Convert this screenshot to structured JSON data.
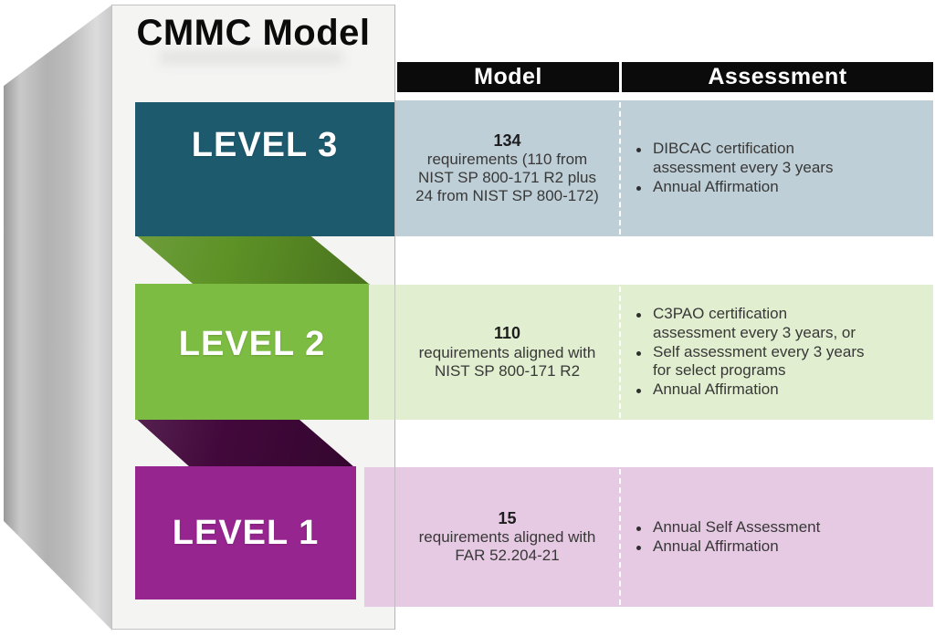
{
  "title": "CMMC Model",
  "columns": {
    "model": "Model",
    "assessment": "Assessment"
  },
  "colors": {
    "header_bg": "#0b0b0b",
    "panel_bg": "#f4f4f3",
    "body_text": "#383838"
  },
  "levels": [
    {
      "name": "LEVEL 3",
      "bar_color": "#1d5a6e",
      "row_color": "#bfcfd7",
      "model_count": "134",
      "model_text": "requirements (110 from NIST SP 800-171 R2 plus 24 from NIST SP 800-172)",
      "assessment_items": [
        "DIBCAC certification assessment every 3 years",
        "Annual Affirmation"
      ]
    },
    {
      "name": "LEVEL 2",
      "bar_color": "#7dbc42",
      "row_color": "#e1eecf",
      "fold_color": "#5d9226",
      "model_count": "110",
      "model_text": "requirements aligned with NIST SP 800-171 R2",
      "assessment_items": [
        "C3PAO certification assessment every 3 years, or",
        "Self assessment every 3 years for select programs",
        "Annual Affirmation"
      ]
    },
    {
      "name": "LEVEL 1",
      "bar_color": "#97258f",
      "row_color": "#e6c9e2",
      "fold_color": "#42083b",
      "model_count": "15",
      "model_text": "requirements aligned with FAR 52.204-21",
      "assessment_items": [
        "Annual Self Assessment",
        "Annual Affirmation"
      ]
    }
  ]
}
